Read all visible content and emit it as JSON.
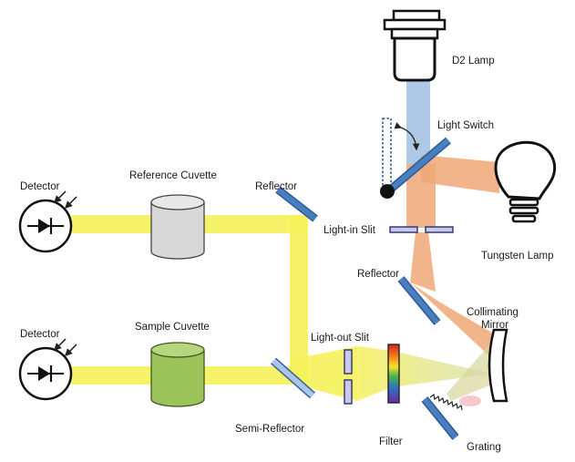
{
  "labels": {
    "d2_lamp": "D2 Lamp",
    "light_switch": "Light Switch",
    "tungsten_lamp": "Tungsten Lamp",
    "light_in_slit": "Light-in Slit",
    "reflector_top": "Reflector",
    "reflector_mid": "Reflector",
    "collimating_mirror_line1": "Collimating",
    "collimating_mirror_line2": "Mirror",
    "light_out_slit": "Light-out Slit",
    "semi_reflector": "Semi-Reflector",
    "filter": "Filter",
    "grating": "Grating",
    "detector_top": "Detector",
    "detector_bottom": "Detector",
    "reference_cuvette": "Reference Cuvette",
    "sample_cuvette": "Sample Cuvette"
  },
  "colors": {
    "yellow_beam": "#f5f25a",
    "blue_beam": "#9fbfe0",
    "orange_beam": "#f0a877",
    "optic_blue": "#4a7fbf",
    "slit_fill": "#c9c9ee",
    "reference_cuvette": "#d8d8d8",
    "sample_cuvette": "#9cc25a"
  }
}
